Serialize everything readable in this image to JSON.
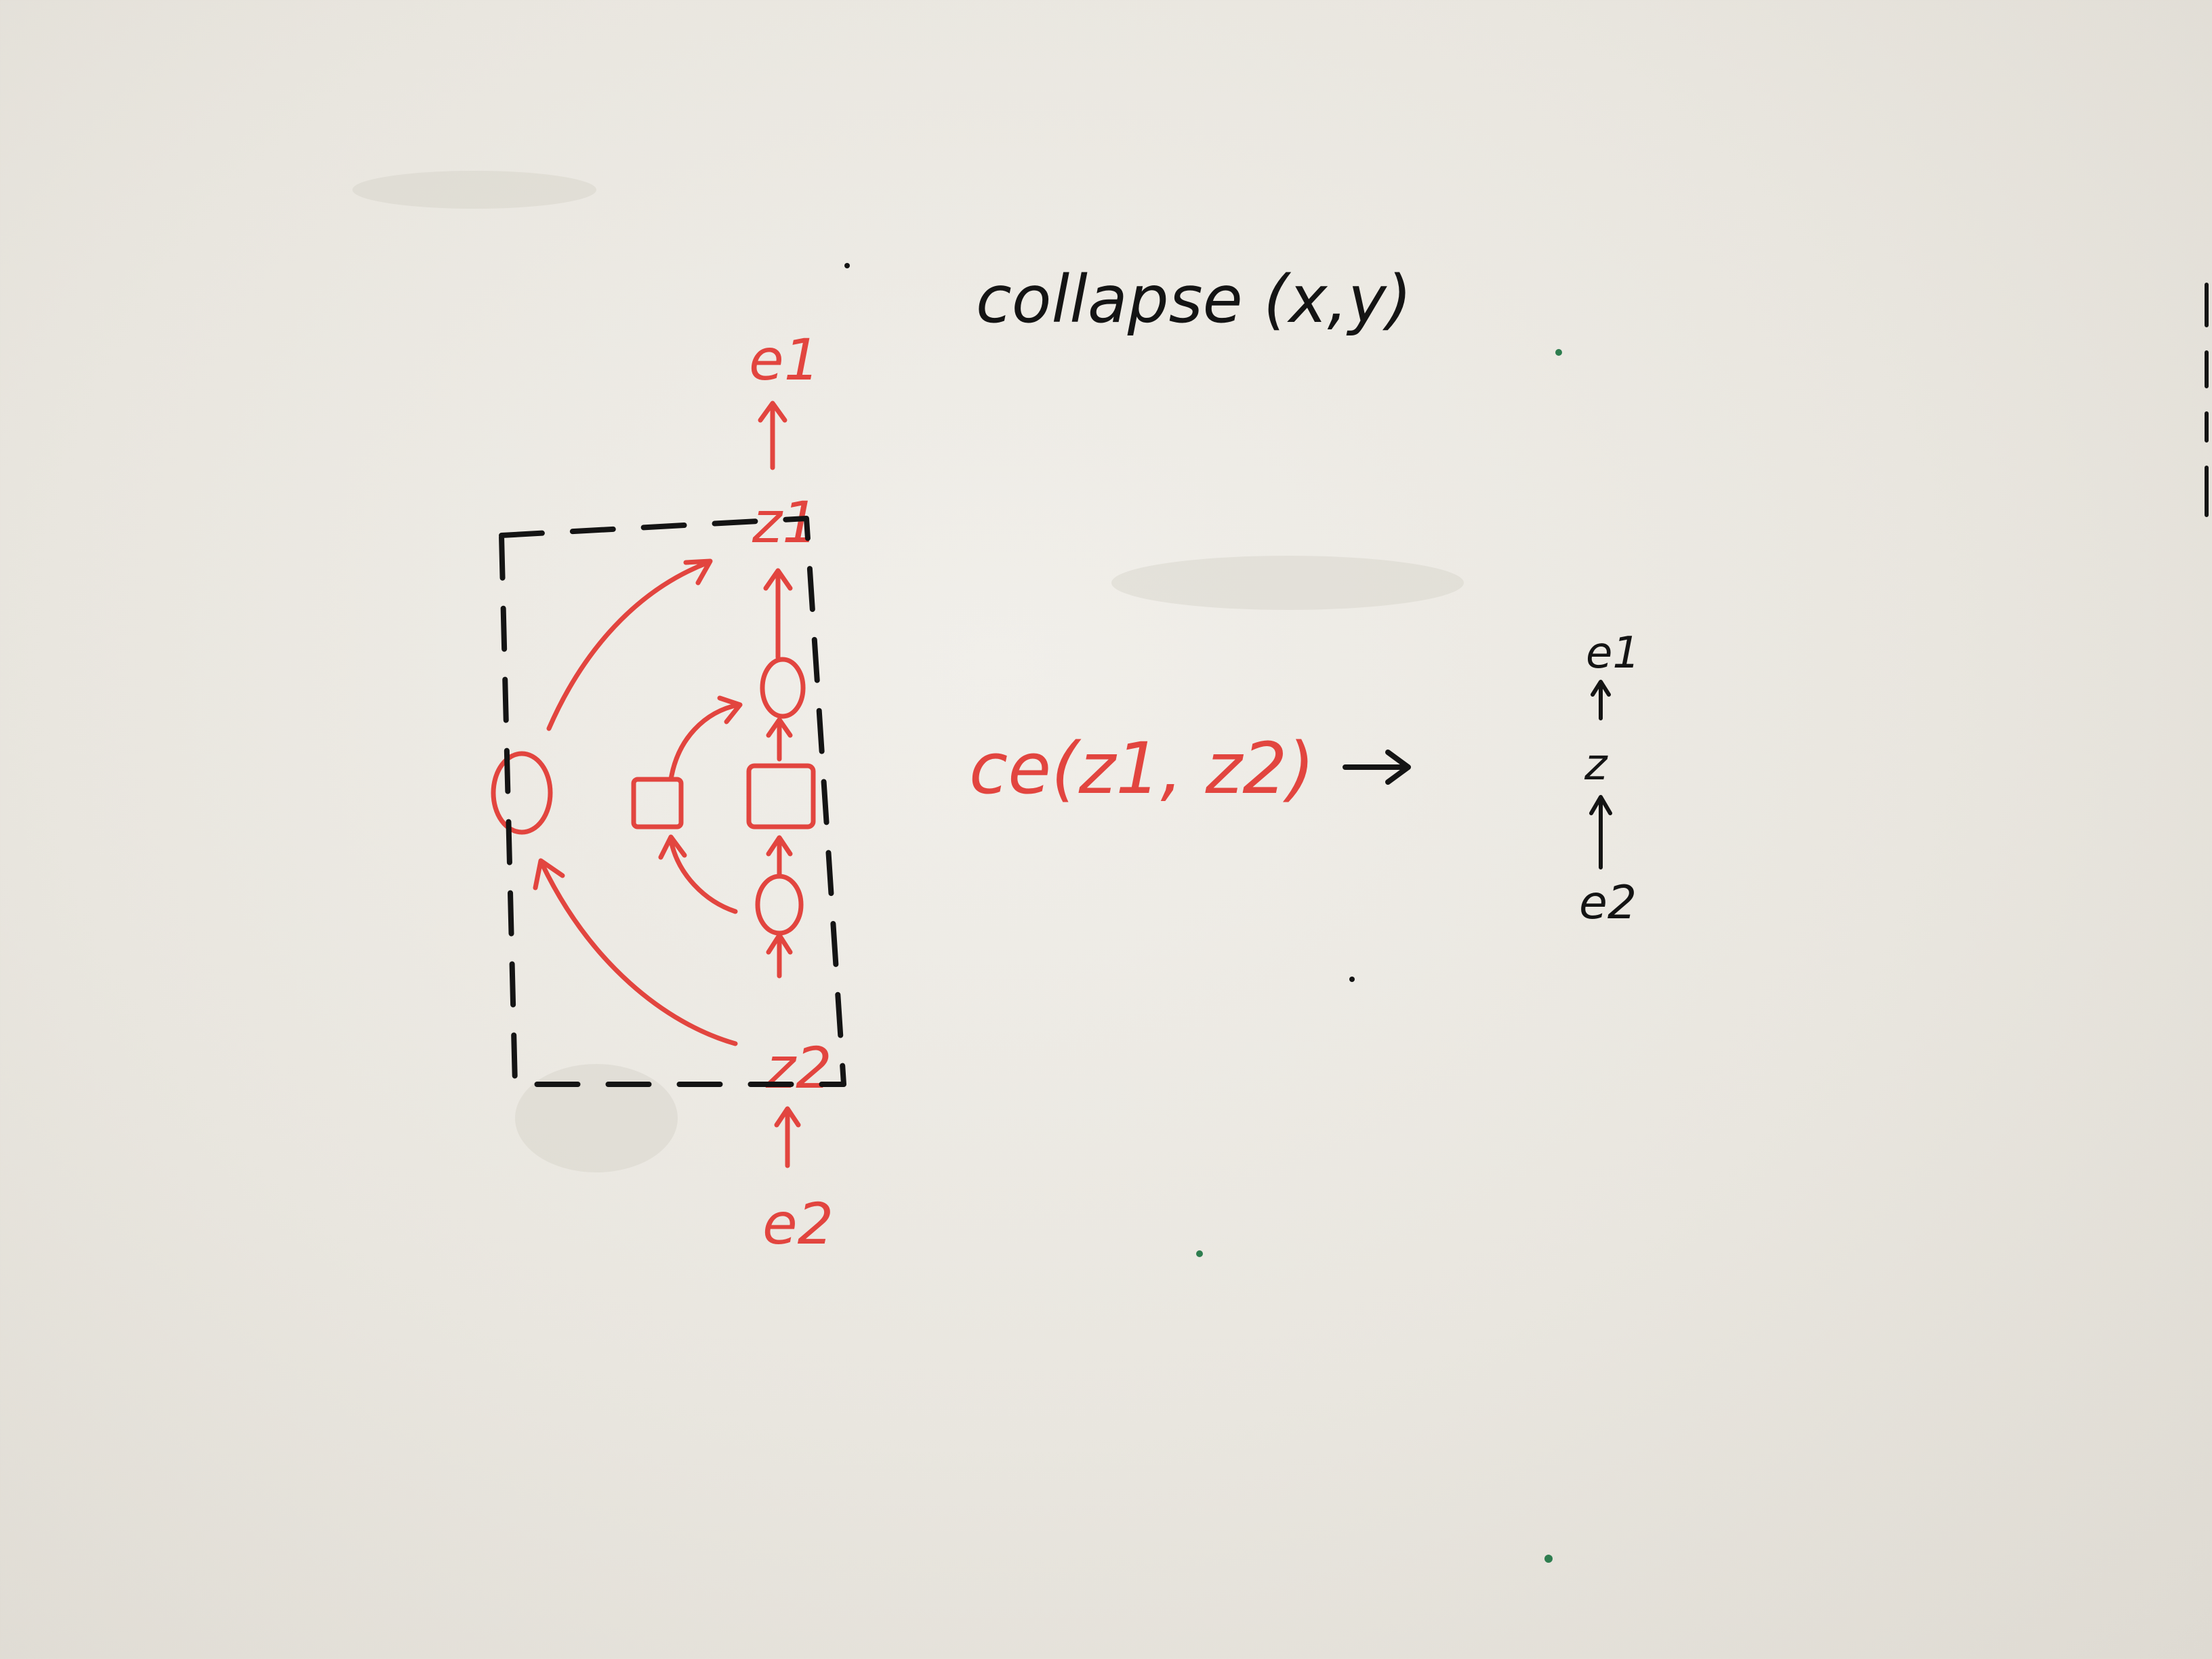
{
  "whiteboard": {
    "collapse_label": "collapse (x,y)",
    "left_diagram": {
      "top_node": "e1",
      "upper_entry": "z1",
      "lower_entry": "z2",
      "bottom_node": "e2"
    },
    "call_label": "ce(z1, z2)",
    "arrow": "→",
    "result_chain": {
      "top": "e1",
      "middle": "z",
      "bottom": "e2"
    },
    "colors": {
      "board": "#ebe8e2",
      "black_ink": "#141414",
      "red_ink": "#e2453f"
    }
  }
}
